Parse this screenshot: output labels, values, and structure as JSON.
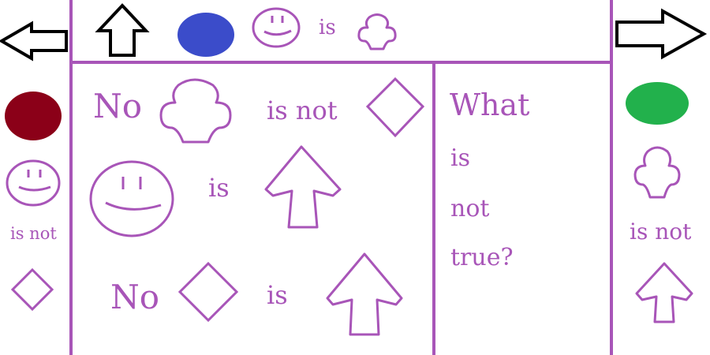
{
  "top_bar": {
    "up_arrow_icon": "up-arrow-icon",
    "color_circle": {
      "color": "#3b4cca"
    },
    "smiley_icon": "smiley-icon",
    "is_label": "is",
    "club_icon": "club-icon"
  },
  "left_panel": {
    "back_arrow_icon": "left-arrow-icon",
    "color_circle": {
      "color": "#8b0018"
    },
    "smiley_icon": "smiley-icon",
    "is_not_label": "is not",
    "diamond_icon": "diamond-icon"
  },
  "right_panel": {
    "forward_arrow_icon": "right-arrow-icon",
    "color_circle": {
      "color": "#22b14c"
    },
    "club_icon": "club-icon",
    "is_not_label": "is not",
    "spade_icon": "spade-icon"
  },
  "statements": [
    {
      "prefix": "No",
      "subject_icon": "club-icon",
      "relation": "is not",
      "object_icon": "diamond-icon"
    },
    {
      "prefix": "",
      "subject_icon": "smiley-icon",
      "relation": "is",
      "object_icon": "spade-icon"
    },
    {
      "prefix": "No",
      "subject_icon": "diamond-icon",
      "relation": "is",
      "object_icon": "spade-icon"
    }
  ],
  "question": {
    "words": [
      "What",
      "is",
      "not",
      "true?"
    ]
  },
  "colors": {
    "ink": "#a855b8",
    "outline": "#000000"
  }
}
